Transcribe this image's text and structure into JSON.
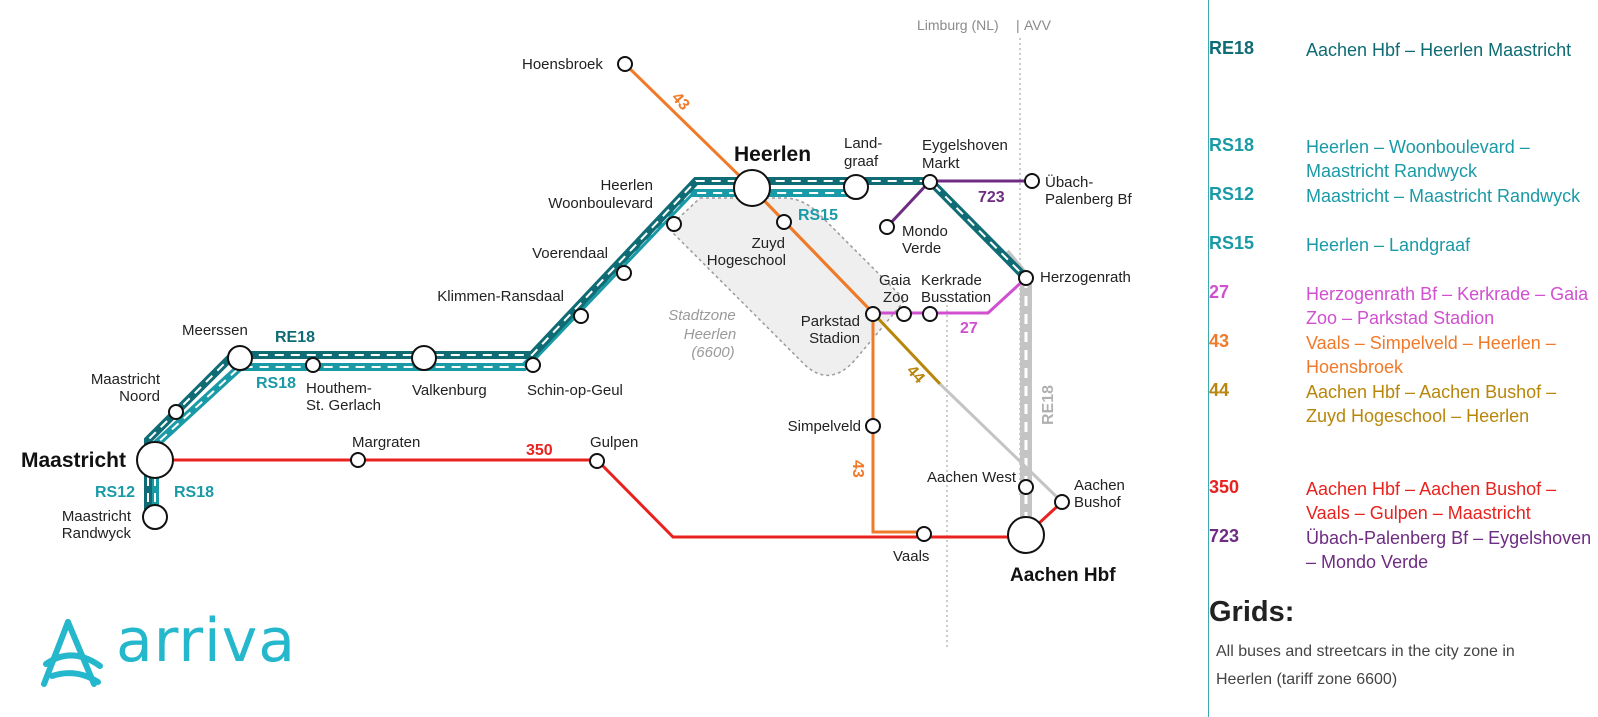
{
  "colors": {
    "teal_dark": "#0f6b74",
    "teal": "#1a9aa6",
    "red": "#e8221e",
    "orange": "#f07a2a",
    "brown": "#b8860b",
    "purple": "#6e2c82",
    "magenta": "#d050d0",
    "grey": "#c0c0c0"
  },
  "boundary": {
    "left": "Limburg (NL)",
    "separator": "|",
    "right": "AVV"
  },
  "zone": {
    "line1": "Stadtzone",
    "line2": "Heerlen",
    "line3": "(6600)"
  },
  "stations": {
    "hoensbroek": "Hoensbroek",
    "heerlen": "Heerlen",
    "landgraaf_1": "Land-",
    "landgraaf_2": "graaf",
    "eygelshoven_1": "Eygelshoven",
    "eygelshoven_2": "Markt",
    "ubach_1": "Übach-",
    "ubach_2": "Palenberg Bf",
    "woonboulevard_1": "Heerlen",
    "woonboulevard_2": "Woonboulevard",
    "zuyd_1": "Zuyd",
    "zuyd_2": "Hogeschool",
    "mondo_1": "Mondo",
    "mondo_2": "Verde",
    "voerendaal": "Voerendaal",
    "herzogenrath": "Herzogenrath",
    "gaiazoo_1": "Gaia",
    "gaiazoo_2": "Zoo",
    "kerkrade_1": "Kerkrade",
    "kerkrade_2": "Busstation",
    "klimmen": "Klimmen-Ransdaal",
    "parkstad_1": "Parkstad",
    "parkstad_2": "Stadion",
    "meerssen": "Meerssen",
    "maastricht_noord_1": "Maastricht",
    "maastricht_noord_2": "Noord",
    "houthem_1": "Houthem-",
    "houthem_2": "St. Gerlach",
    "valkenburg": "Valkenburg",
    "schin": "Schin-op-Geul",
    "simpelveld": "Simpelveld",
    "maastricht": "Maastricht",
    "margraten": "Margraten",
    "gulpen": "Gulpen",
    "aachen_west": "Aachen West",
    "aachen_bushof_1": "Aachen",
    "aachen_bushof_2": "Bushof",
    "randwyck_1": "Maastricht",
    "randwyck_2": "Randwyck",
    "vaals": "Vaals",
    "aachen_hbf": "Aachen Hbf"
  },
  "line_labels": {
    "l43_top": "43",
    "re18": "RE18",
    "rs18": "RS18",
    "rs15": "RS15",
    "l723": "723",
    "l27": "27",
    "l44": "44",
    "l350": "350",
    "l43_bottom": "43",
    "rs12": "RS12",
    "rs18_bottom": "RS18",
    "re18_vertical": "RE18"
  },
  "legend": [
    {
      "code": "RE18",
      "desc": "Aachen Hbf – Heerlen Maastricht",
      "color": "#0f6b74"
    },
    {
      "code": "RS18",
      "desc": "Heerlen – Woonboulevard – Maastricht Randwyck",
      "color": "#1a9aa6"
    },
    {
      "code": "RS12",
      "desc": "Maastricht – Maastricht Randwyck",
      "color": "#1a9aa6"
    },
    {
      "code": "RS15",
      "desc": "Heerlen – Landgraaf",
      "color": "#1a9aa6"
    },
    {
      "code": "27",
      "desc": "Herzogenrath Bf – Kerkrade – Gaia Zoo – Parkstad Stadion",
      "color": "#d050d0"
    },
    {
      "code": "43",
      "desc": "Vaals – Simpelveld – Heerlen – Hoensbroek",
      "color": "#f07a2a"
    },
    {
      "code": "44",
      "desc": "Aachen Hbf – Aachen Bushof – Zuyd Hogeschool – Heerlen",
      "color": "#b8860b"
    },
    {
      "code": "350",
      "desc": "Aachen Hbf – Aachen Bushof – Vaals – Gulpen – Maastricht",
      "color": "#e8221e"
    },
    {
      "code": "723",
      "desc": "Übach-Palenberg Bf – Eygelshoven – Mondo Verde",
      "color": "#6e2c82"
    }
  ],
  "grids": {
    "title": "Grids:",
    "text": "All buses and streetcars in the city zone in Heerlen (tariff zone 6600)"
  },
  "logo": {
    "word": "arriva",
    "color": "#25b7cc"
  }
}
